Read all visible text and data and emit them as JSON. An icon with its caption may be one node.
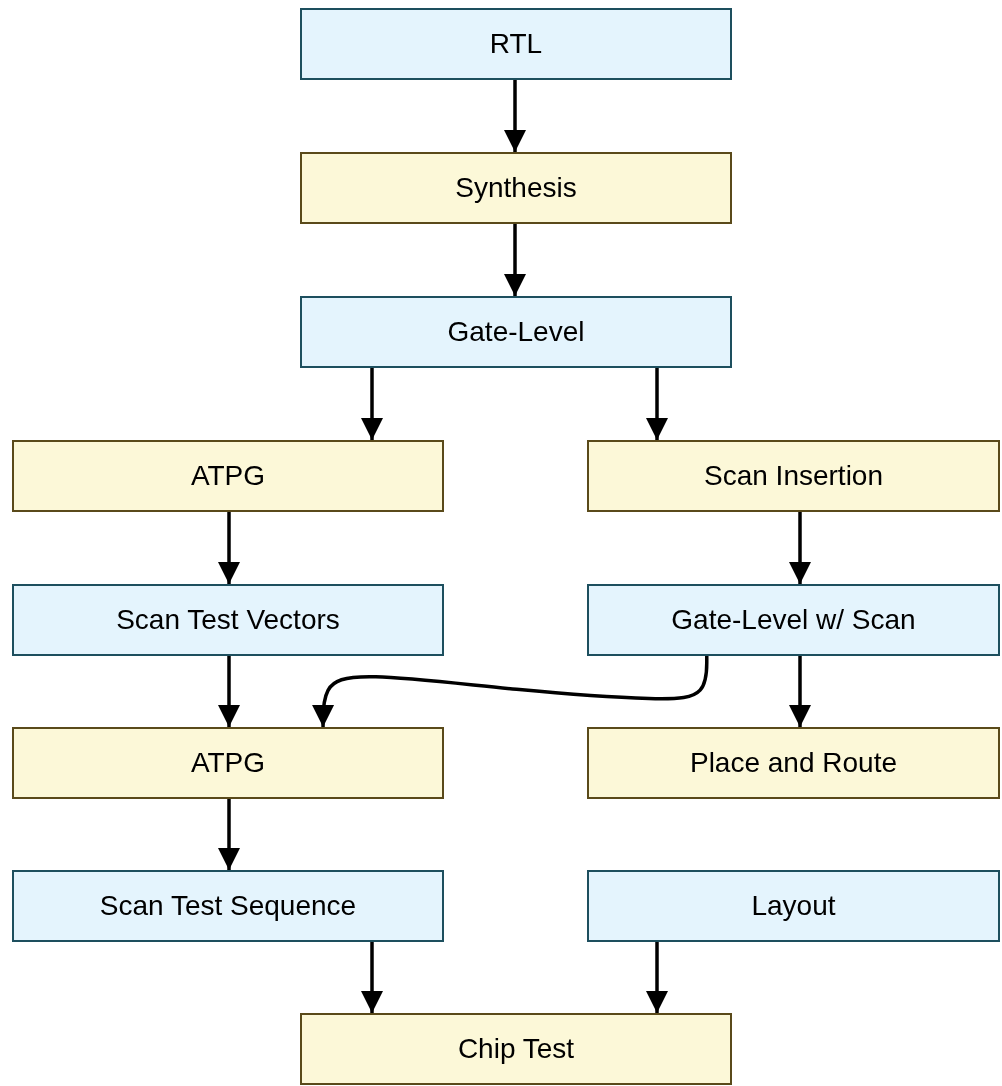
{
  "diagram": {
    "nodes": [
      {
        "text": [
          "RTL"
        ]
      },
      {
        "text": [
          "Synthesis"
        ]
      },
      {
        "text": [
          "Gate-Level"
        ]
      },
      {
        "text": [
          "ATPG"
        ]
      },
      {
        "text": [
          "Scan Insertion"
        ]
      },
      {
        "text": [
          "Scan Test Vectors"
        ]
      },
      {
        "text": [
          "Gate-Level w/ Scan"
        ]
      },
      {
        "text": [
          "ATPG"
        ]
      },
      {
        "text": [
          "Place and Route"
        ]
      },
      {
        "text": [
          "Scan Test Sequence"
        ]
      },
      {
        "text": [
          "Layout"
        ]
      },
      {
        "text": [
          "Chip Test"
        ]
      }
    ],
    "edges": [
      {
        "from": 0,
        "to": 1,
        "arrow": "to"
      },
      {
        "from": 1,
        "to": 2,
        "arrow": "to"
      },
      {
        "from": 2,
        "to": 3,
        "arrow": "to"
      },
      {
        "from": 2,
        "to": 4,
        "arrow": "to"
      },
      {
        "from": 3,
        "to": 5,
        "arrow": "to"
      },
      {
        "from": 4,
        "to": 6,
        "arrow": "to"
      },
      {
        "from": 5,
        "to": 7,
        "arrow": "to"
      },
      {
        "from": 6,
        "to": 7,
        "arrow": "to"
      },
      {
        "from": 6,
        "to": 8,
        "arrow": "to"
      },
      {
        "from": 7,
        "to": 9,
        "arrow": "to"
      },
      {
        "from": 9,
        "to": 11,
        "arrow": "to"
      },
      {
        "from": 10,
        "to": 11,
        "arrow": "to"
      }
    ]
  }
}
